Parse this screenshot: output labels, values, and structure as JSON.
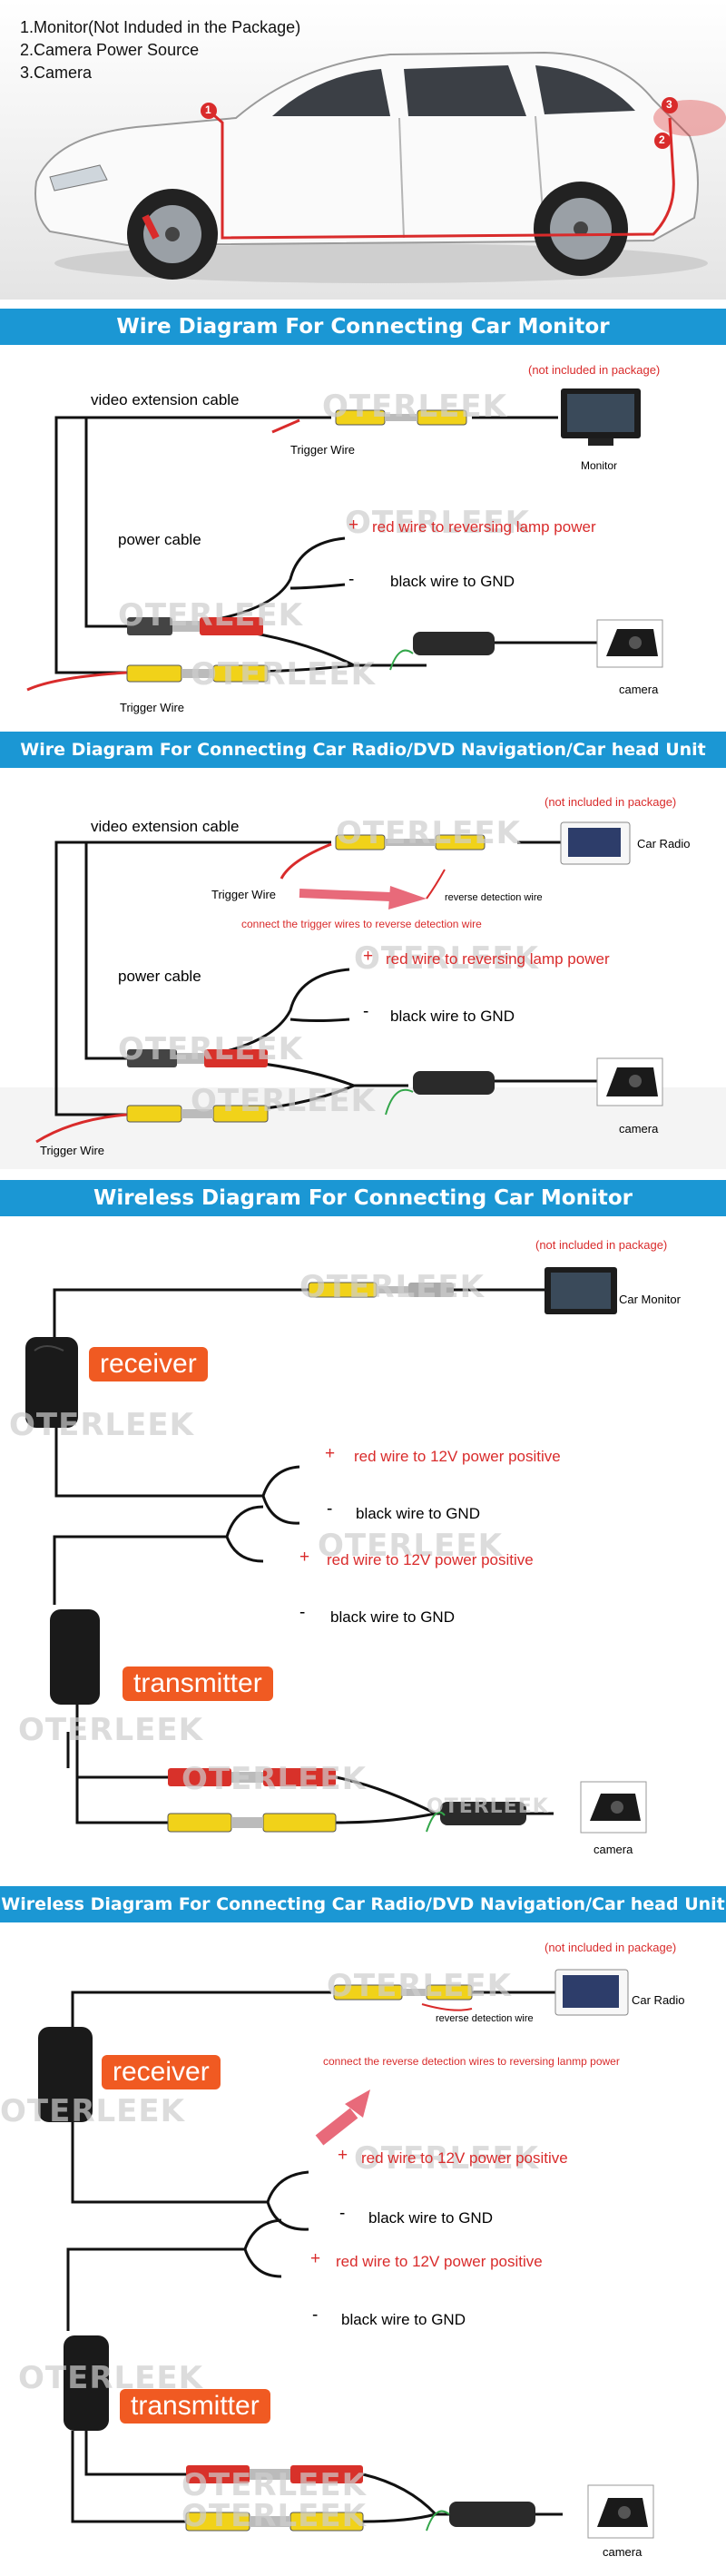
{
  "header": {
    "items": [
      "1.Monitor(Not Induded in the Package)",
      "2.Camera Power Source",
      "3.Camera"
    ],
    "markers": [
      "1",
      "2",
      "3"
    ]
  },
  "sections": [
    {
      "title": "Wire Diagram For Connecting Car Monitor",
      "not_included": "(not included in package)",
      "device": "Monitor",
      "video_cable": "video extension cable",
      "trigger_top": "Trigger Wire",
      "power_cable": "power cable",
      "red_wire": "red wire to reversing lamp power",
      "black_wire": "black wire to GND",
      "camera": "camera",
      "trigger_bottom": "Trigger Wire",
      "watermark": "OTERLEEK"
    },
    {
      "title": "Wire Diagram For Connecting Car Radio/DVD Navigation/Car head Unit",
      "not_included": "(not included in package)",
      "device": "Car Radio",
      "video_cable": "video extension cable",
      "trigger_top": "Trigger Wire",
      "reverse_detection": "reverse detection wire",
      "connect_note": "connect the trigger wires to reverse detection wire",
      "power_cable": "power cable",
      "red_wire": "red wire to reversing lamp power",
      "black_wire": "black wire to GND",
      "camera": "camera",
      "trigger_bottom": "Trigger Wire",
      "watermark": "OTERLEEK"
    },
    {
      "title": "Wireless Diagram For Connecting Car Monitor",
      "not_included": "(not included in package)",
      "device": "Car Monitor",
      "receiver": "receiver",
      "red_wire_1": "red wire to 12V power positive",
      "black_wire_1": "black wire to GND",
      "red_wire_2": "red wire to 12V power positive",
      "black_wire_2": "black wire to GND",
      "transmitter": "transmitter",
      "camera": "camera",
      "watermark": "OTERLEEK"
    },
    {
      "title": "Wireless Diagram For Connecting Car Radio/DVD Navigation/Car head Unit",
      "not_included": "(not included in package)",
      "device": "Car Radio",
      "reverse_detection": "reverse detection wire",
      "connect_note": "connect the reverse detection wires to reversing lanmp power",
      "receiver": "receiver",
      "red_wire_1": "red wire to 12V power positive",
      "black_wire_1": "black wire to GND",
      "red_wire_2": "red wire to 12V power positive",
      "black_wire_2": "black wire to GND",
      "transmitter": "transmitter",
      "camera": "camera",
      "watermark": "OTERLEEK"
    }
  ],
  "symbols": {
    "plus": "+",
    "minus": "-"
  },
  "colors": {
    "title_bar": "#1b97d4",
    "red_text": "#d92b2b",
    "badge": "#f05a22",
    "rca_yellow": "#f1d219",
    "rca_red": "#d8312a"
  }
}
